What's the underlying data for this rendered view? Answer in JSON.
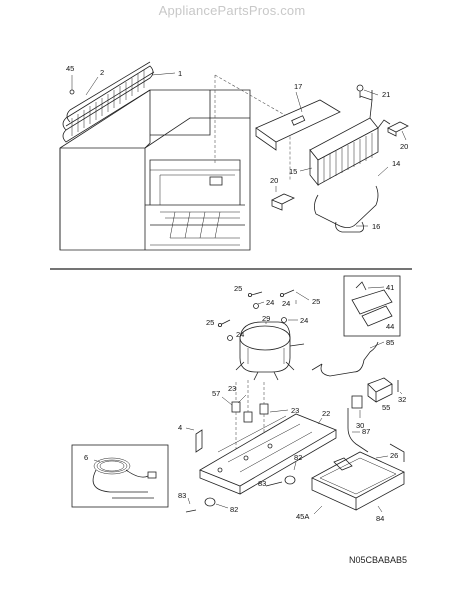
{
  "watermark": "AppliancePartsPros.com",
  "diagram_code": "N05CBABAB5",
  "callouts": {
    "c1": "1",
    "c2": "2",
    "c45": "45",
    "c17": "17",
    "c21": "21",
    "c20a": "20",
    "c15": "15",
    "c14": "14",
    "c20b": "20",
    "c16": "16",
    "c25a": "25",
    "c25b": "25",
    "c25c": "25",
    "c24a": "24",
    "c24b": "24",
    "c24c": "24",
    "c29": "29",
    "c41": "41",
    "c44": "44",
    "c85": "85",
    "c23a": "23",
    "c23b": "23",
    "c57": "57",
    "c55": "55",
    "c32": "32",
    "c30": "30",
    "c4": "4",
    "c22": "22",
    "c87": "87",
    "c26": "26",
    "c6": "6",
    "c82a": "82",
    "c83a": "83",
    "c83b": "83",
    "c82b": "82",
    "c84": "84",
    "c45A": "45A"
  }
}
